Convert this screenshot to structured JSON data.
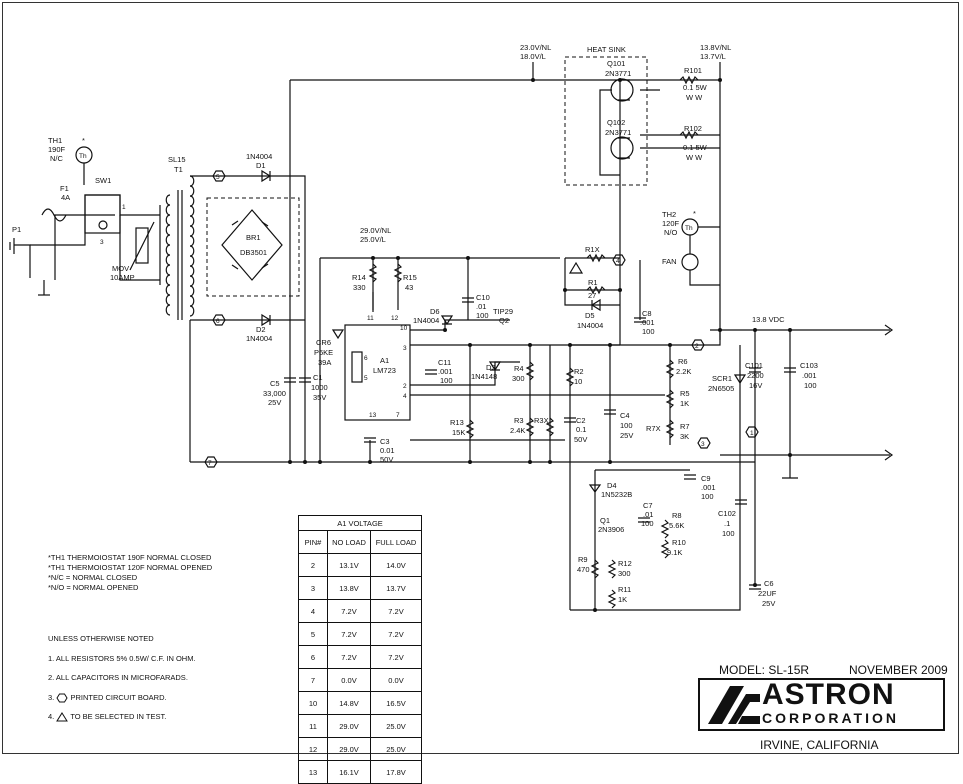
{
  "labels": {
    "heat_sink": "HEAT SINK",
    "v23": "23.0V/NL",
    "v18": "18.0V/L",
    "v138": "13.8V/NL",
    "v137": "13.7V/L",
    "q101": "Q101",
    "q101t": "2N3771",
    "q102": "Q102",
    "q102t": "2N3771",
    "r101": "R101",
    "r101v": "0.1 5W",
    "r101w": "W W",
    "r102": "R102",
    "r102v": "0.1 5W",
    "r102w": "W W",
    "th1": "TH1",
    "th1v": "190F",
    "th1s": "N/C",
    "th": "Th",
    "star": "*",
    "f1": "F1",
    "f1v": "4A",
    "sw1": "SW1",
    "p1": "P1",
    "mov": "MOV",
    "movv": "10AMP",
    "sl15": "SL15",
    "t1": "T1",
    "d1": "D1",
    "d1t": "1N4004",
    "d2": "D2",
    "d2t": "1N4004",
    "br1": "BR1",
    "br1t": "DB3501",
    "p5": "5",
    "p6": "6",
    "p7": "7",
    "p4": "4",
    "p2": "2",
    "p3": "3",
    "p1b": "1",
    "v29": "29.0V/NL",
    "v25": "25.0V/L",
    "r14": "R14",
    "r14v": "330",
    "r15": "R15",
    "r15v": "43",
    "d6": "D6",
    "d6t": "1N4004",
    "c10": "C10",
    "c10a": ".01",
    "c10b": "100",
    "tip": "TIP29",
    "q2": "Q2",
    "r1x": "R1X",
    "r1": "R1",
    "r1v": "27",
    "d5": "D5",
    "d5t": "1N4004",
    "c8": "C8",
    "c8a": ".001",
    "c8b": "100",
    "th2": "TH2",
    "th2v": "120F",
    "th2s": "N/O",
    "fan": "FAN",
    "vdc": "13.8 VDC",
    "cr6": "CR6",
    "cr6t": "P6KE",
    "cr6v": "39A",
    "c5": "C5",
    "c5a": "33,000",
    "c5b": "25V",
    "c1": "C1",
    "c1a": "1000",
    "c1b": "35V",
    "a1": "A1",
    "a1t": "LM723",
    "c11": "C11",
    "c11a": ".001",
    "c11b": "100",
    "d3": "D3",
    "d3t": "1N4148",
    "r4": "R4",
    "r4v": "300",
    "r2": "R2",
    "r2v": "10",
    "r6": "R6",
    "r6v": "2.2K",
    "r5": "R5",
    "r5v": "1K",
    "r7x": "R7X",
    "r7": "R7",
    "r7v": "3K",
    "scr1": "SCR1",
    "scr1t": "2N6505",
    "c101": "C101",
    "c101a": "2200",
    "c101b": "16V",
    "c103": "C103",
    "c103a": ".001",
    "c103b": "100",
    "r13": "R13",
    "r13v": "15K",
    "r3": "R3",
    "r3v": "2.4K",
    "r3x": "R3X",
    "c2": "C2",
    "c2a": "0.1",
    "c2b": "50V",
    "c4": "C4",
    "c4a": "100",
    "c4b": "25V",
    "c3": "C3",
    "c3a": "0.01",
    "c3b": "50V",
    "c9": "C9",
    "c9a": ".001",
    "c9b": "100",
    "d4": "D4",
    "d4t": "1N5232B",
    "c7": "C7",
    "c7a": ".01",
    "c7b": "100",
    "q1": "Q1",
    "q1t": "2N3906",
    "r8": "R8",
    "r8v": "5.6K",
    "r10": "R10",
    "r10v": "9.1K",
    "r9": "R9",
    "r9v": "470",
    "r12": "R12",
    "r12v": "300",
    "r11": "R11",
    "r11v": "1K",
    "c102": "C102",
    "c102a": ".1",
    "c102b": "100",
    "c6": "C6",
    "c6a": "22UF",
    "c6b": "25V",
    "pin11": "11",
    "pin12": "12",
    "pin10": "10",
    "pin3": "3",
    "pin4": "4",
    "pin2": "2",
    "pin6": "6",
    "pin5": "5",
    "pin13": "13",
    "pin7": "7",
    "pin1": "1",
    "pin3sw": "3"
  },
  "table": {
    "title": "A1 VOLTAGE",
    "headers": [
      "PIN#",
      "NO LOAD",
      "FULL LOAD"
    ],
    "rows": [
      [
        "2",
        "13.1V",
        "14.0V"
      ],
      [
        "3",
        "13.8V",
        "13.7V"
      ],
      [
        "4",
        "7.2V",
        "7.2V"
      ],
      [
        "5",
        "7.2V",
        "7.2V"
      ],
      [
        "6",
        "7.2V",
        "7.2V"
      ],
      [
        "7",
        "0.0V",
        "0.0V"
      ],
      [
        "10",
        "14.8V",
        "16.5V"
      ],
      [
        "11",
        "29.0V",
        "25.0V"
      ],
      [
        "12",
        "29.0V",
        "25.0V"
      ],
      [
        "13",
        "16.1V",
        "17.8V"
      ]
    ]
  },
  "notes_top": [
    "*TH1 THERMOIOSTAT 190F NORMAL CLOSED",
    "*TH1 THERMOIOSTAT 120F NORMAL OPENED",
    "*N/C = NORMAL CLOSED",
    "*N/O = NORMAL OPENED"
  ],
  "notes_bottom": {
    "head": "UNLESS OTHERWISE NOTED",
    "n1": "1. ALL RESISTORS 5%  0.5W/ C.F. IN OHM.",
    "n2": "2. ALL CAPACITORS IN MICROFARADS.",
    "n3": "PRINTED CIRCUIT BOARD.",
    "n3p": "3.",
    "n4": "TO BE SELECTED IN TEST.",
    "n4p": "4."
  },
  "title_block": {
    "model": "MODEL: SL-15R",
    "date": "NOVEMBER 2009",
    "brand": "ASTRON",
    "corp": "CORPORATION",
    "city": "IRVINE, CALIFORNIA"
  }
}
